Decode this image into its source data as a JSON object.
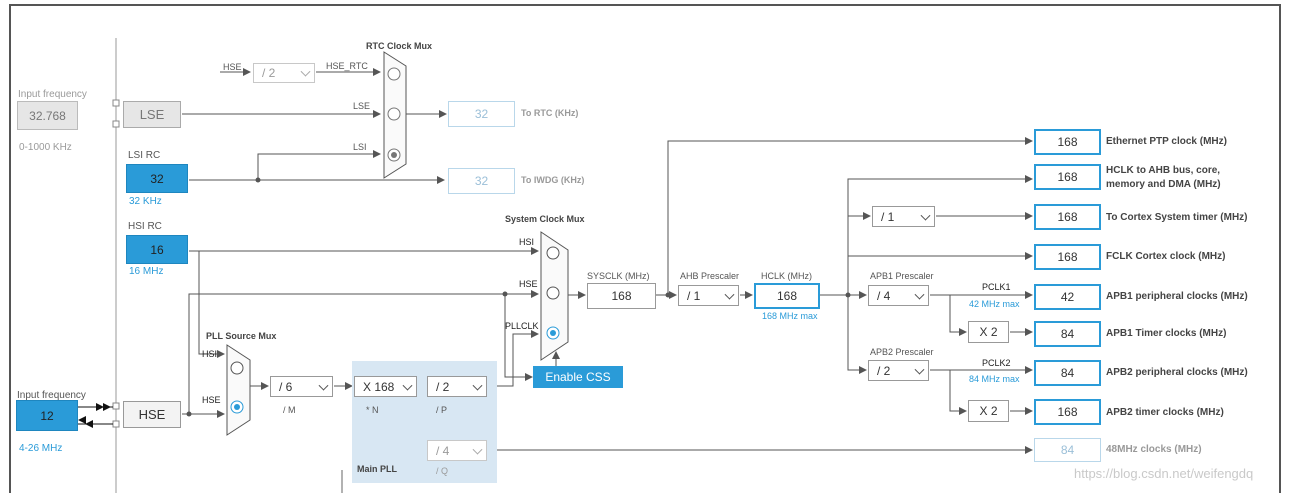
{
  "lse_input": {
    "title": "Input frequency",
    "value": "32.768",
    "range": "0-1000 KHz"
  },
  "lse": {
    "label": "LSE"
  },
  "lsi": {
    "title": "LSI RC",
    "value": "32",
    "unit": "32 KHz"
  },
  "hsi": {
    "title": "HSI RC",
    "value": "16",
    "unit": "16 MHz"
  },
  "hse_input": {
    "title": "Input frequency",
    "value": "12",
    "range": "4-26 MHz"
  },
  "hse": {
    "label": "HSE"
  },
  "rtc_mux": {
    "title": "RTC Clock Mux",
    "hse_label": "HSE",
    "hse_div": "/ 2",
    "hse_rtc": "HSE_RTC",
    "lse_label": "LSE",
    "lsi_label": "LSI"
  },
  "rtc_out": {
    "value": "32",
    "label": "To RTC (KHz)"
  },
  "iwdg_out": {
    "value": "32",
    "label": "To IWDG (KHz)"
  },
  "pll_src": {
    "title": "PLL Source Mux",
    "hsi_label": "HSI",
    "hse_label": "HSE"
  },
  "pll": {
    "m_value": "/ 6",
    "m_label": "/ M",
    "n_value": "X 168",
    "n_label": "* N",
    "p_value": "/ 2",
    "p_label": "/ P",
    "q_value": "/ 4",
    "q_label": "/ Q",
    "title": "Main PLL"
  },
  "sys_mux": {
    "title": "System Clock Mux",
    "hsi_label": "HSI",
    "hse_label": "HSE",
    "pll_label": "PLLCLK"
  },
  "enable_css": "Enable CSS",
  "sysclk": {
    "label": "SYSCLK (MHz)",
    "value": "168"
  },
  "ahb": {
    "label": "AHB Prescaler",
    "value": "/ 1"
  },
  "hclk": {
    "label": "HCLK (MHz)",
    "value": "168",
    "max": "168 MHz max"
  },
  "cortex_div": {
    "value": "/ 1"
  },
  "apb1": {
    "label": "APB1 Prescaler",
    "value": "/ 4",
    "pclk": "PCLK1",
    "max": "42 MHz max",
    "timer_mult": "X 2"
  },
  "apb2": {
    "label": "APB2 Prescaler",
    "value": "/ 2",
    "pclk": "PCLK2",
    "max": "84 MHz max",
    "timer_mult": "X 2"
  },
  "outputs": [
    {
      "value": "168",
      "label": "Ethernet PTP clock (MHz)"
    },
    {
      "value": "168",
      "label": "HCLK to AHB bus, core,",
      "label2": "memory and DMA (MHz)"
    },
    {
      "value": "168",
      "label": "To Cortex System timer (MHz)"
    },
    {
      "value": "168",
      "label": "FCLK Cortex clock (MHz)"
    },
    {
      "value": "42",
      "label": "APB1 peripheral clocks (MHz)"
    },
    {
      "value": "84",
      "label": "APB1 Timer clocks (MHz)"
    },
    {
      "value": "84",
      "label": "APB2 peripheral clocks (MHz)"
    },
    {
      "value": "168",
      "label": "APB2 timer clocks (MHz)"
    },
    {
      "value": "84",
      "label": "48MHz clocks (MHz)"
    }
  ],
  "watermark": "https://blog.csdn.net/weifengdq"
}
